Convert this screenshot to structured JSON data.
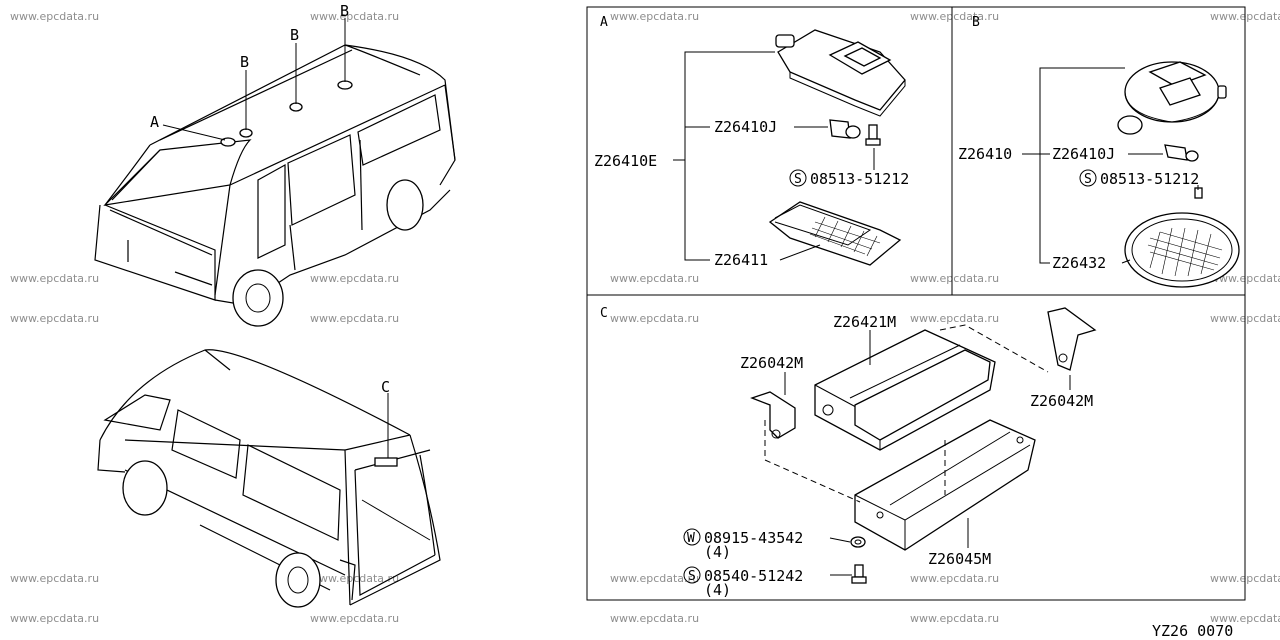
{
  "watermark": "www.epcdata.ru",
  "diagram_code": "YZ26  0070",
  "vehicle_callouts": {
    "a": "A",
    "b1": "B",
    "b2": "B",
    "b3": "B",
    "c": "C"
  },
  "panel_a": {
    "letter": "A",
    "assembly": "Z26410E",
    "bulb": "Z26410J",
    "screw_symbol": "S",
    "screw": "08513-51212",
    "lens": "Z26411"
  },
  "panel_b": {
    "letter": "B",
    "assembly": "Z26410",
    "bulb": "Z26410J",
    "screw_symbol": "S",
    "screw": "08513-51212",
    "lens": "Z26432"
  },
  "panel_c": {
    "letter": "C",
    "lamp": "Z26421M",
    "bracket_left": "Z26042M",
    "bracket_right": "Z26042M",
    "washer_symbol": "W",
    "washer": "08915-43542",
    "washer_qty": "(4)",
    "screw_symbol": "S",
    "screw": "08540-51242",
    "screw_qty": "(4)",
    "cover": "Z26045M"
  }
}
